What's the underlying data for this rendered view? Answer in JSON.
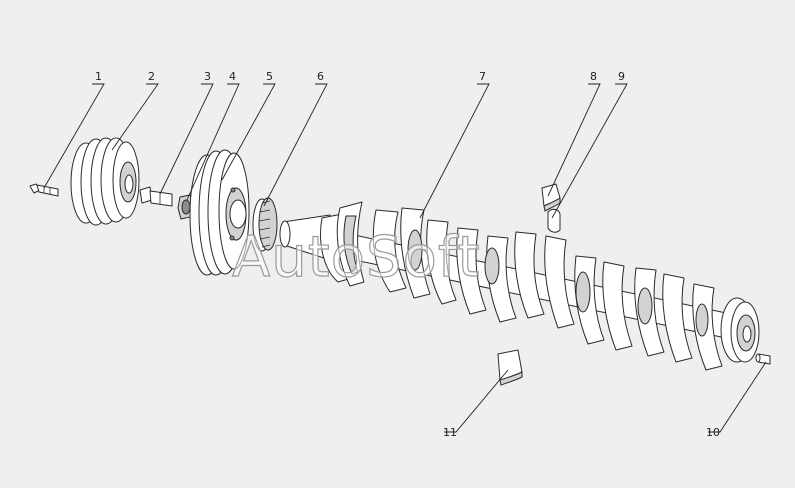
{
  "diagram": {
    "title": "",
    "callouts": [
      "1",
      "2",
      "3",
      "4",
      "5",
      "6",
      "7",
      "8",
      "9",
      "10",
      "11"
    ],
    "watermark": "AutoSoft"
  },
  "colors": {
    "background": "#efefef",
    "line": "#2a2a2a",
    "part_fill": "#ffffff"
  }
}
